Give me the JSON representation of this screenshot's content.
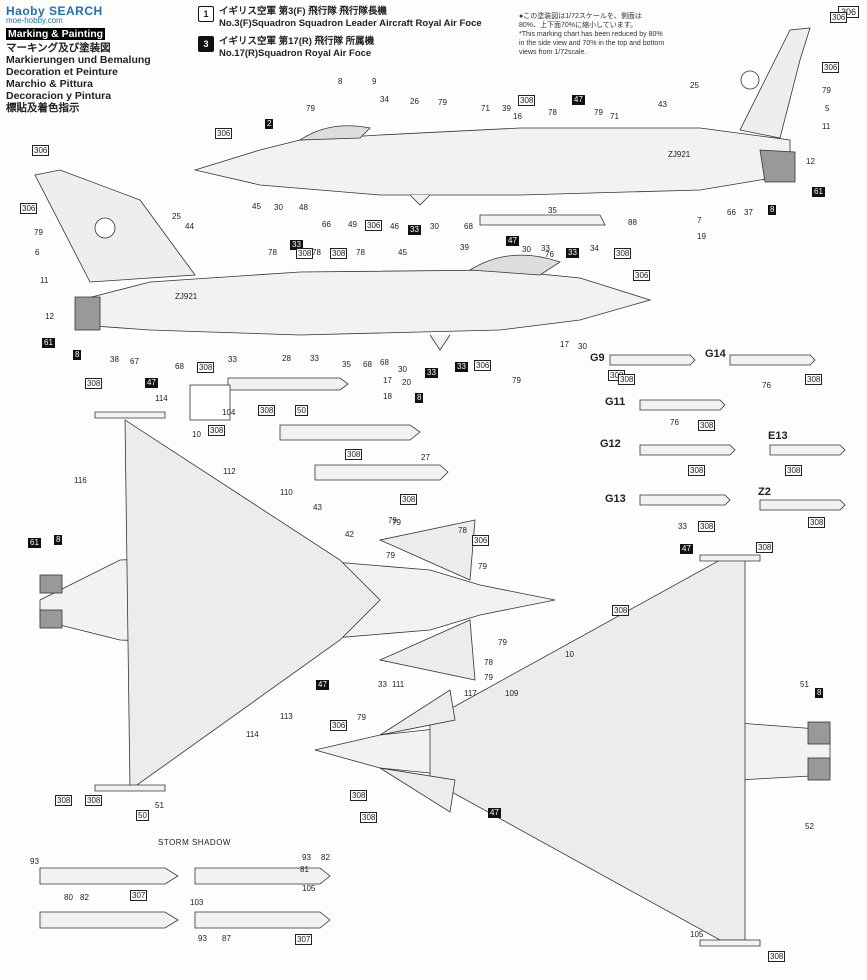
{
  "header": {
    "watermark": "Haoby SEARCH",
    "watermark_sub": "moe-hobby.com",
    "title_en_top": "Marking & Painting",
    "title_lines": [
      "マーキング及び塗装図",
      "Markierungen und Bemalung",
      "Decoration et Peinture",
      "Marchio & Pittura",
      "Decoracion y Pintura",
      "標貼及着色指示"
    ]
  },
  "schemes": [
    {
      "badge": "1",
      "jp": "イギリス空軍 第3(F) 飛行隊 飛行隊長機",
      "en": "No.3(F)Squadron Squadron Leader Aircraft Royal Air Foce"
    },
    {
      "badge": "3",
      "jp": "イギリス空軍 第17(R) 飛行隊 所属機",
      "en": "No.17(R)Squadron Royal Air Foce"
    }
  ],
  "scale_note": [
    "●この塗装図は1/72スケールを、側面は",
    "80%、上下面70%に縮小しています。",
    "*This marking chart has been reduced by 80%",
    "in the side view and 70% in the top and bottom",
    "views from 1/72scale."
  ],
  "page_tag": "306",
  "storm_shadow": "STORM SHADOW",
  "parts": [
    "G9",
    "G14",
    "G11",
    "G12",
    "E13",
    "G13",
    "Z2"
  ],
  "serial": "ZJ921",
  "serial_top": "ZJ921",
  "callouts": [
    [
      "306",
      1
    ],
    [
      "2",
      1
    ],
    [
      "306",
      1
    ],
    [
      "306",
      1
    ],
    [
      "61",
      1
    ],
    [
      "8",
      1
    ],
    [
      "47",
      1
    ],
    [
      "308",
      1
    ],
    [
      "306",
      1
    ],
    [
      "306",
      1
    ],
    [
      "308",
      1
    ],
    [
      "8",
      1
    ],
    [
      "61",
      1
    ],
    [
      "308",
      1
    ],
    [
      "50",
      1
    ],
    [
      "308",
      1
    ],
    [
      "50",
      1
    ],
    [
      "307",
      1
    ],
    [
      "307",
      1
    ],
    [
      "33",
      1
    ],
    [
      "33",
      1
    ],
    [
      "308",
      1
    ],
    [
      "308",
      1
    ],
    [
      "306",
      1
    ],
    [
      "306",
      1
    ],
    [
      "308",
      1
    ],
    [
      "306",
      1
    ],
    [
      "308",
      1
    ],
    [
      "47",
      1
    ],
    [
      "308",
      1
    ],
    [
      "8",
      1
    ],
    [
      "61",
      1
    ],
    [
      "308",
      1
    ],
    [
      "308",
      1
    ],
    [
      "308",
      1
    ],
    [
      "308",
      1
    ],
    [
      "308",
      1
    ],
    [
      "308",
      1
    ],
    [
      "308",
      1
    ],
    [
      "308",
      1
    ],
    [
      "308",
      1
    ],
    [
      "308",
      1
    ],
    [
      "47",
      1
    ],
    [
      "47",
      1
    ],
    [
      "308",
      1
    ],
    [
      "33",
      1
    ],
    [
      "306",
      1
    ],
    [
      "47",
      1
    ],
    [
      "308",
      1
    ],
    [
      "47",
      1
    ],
    [
      "33",
      1
    ],
    [
      "33",
      1
    ],
    [
      "306",
      1
    ],
    [
      "308",
      1
    ],
    [
      "308",
      1
    ],
    [
      "8",
      1
    ],
    [
      "308",
      1
    ],
    [
      "8",
      1
    ],
    [
      "308",
      1
    ]
  ],
  "small_labels": [
    "79",
    "8",
    "9",
    "34",
    "26",
    "79",
    "71",
    "39",
    "78",
    "79",
    "71",
    "43",
    "25",
    "79",
    "5",
    "11",
    "12",
    "45",
    "30",
    "48",
    "66",
    "49",
    "46",
    "30",
    "68",
    "35",
    "88",
    "66",
    "37",
    "7",
    "19",
    "44",
    "25",
    "6",
    "79",
    "11",
    "12",
    "38",
    "67",
    "68",
    "68",
    "33",
    "28",
    "33",
    "104",
    "35",
    "68",
    "30",
    "17",
    "18",
    "16",
    "10",
    "112",
    "110",
    "116",
    "43",
    "42",
    "79",
    "78",
    "79",
    "79",
    "79",
    "78",
    "79",
    "111",
    "113",
    "114",
    "114",
    "51",
    "51",
    "52",
    "117",
    "109",
    "79",
    "79",
    "33",
    "10",
    "105",
    "93",
    "80",
    "82",
    "81",
    "93",
    "82",
    "105",
    "103",
    "93",
    "87",
    "27",
    "33",
    "34",
    "30",
    "39",
    "78",
    "78",
    "78",
    "45",
    "30",
    "17",
    "20",
    "79",
    "76",
    "76",
    "76",
    "33"
  ]
}
